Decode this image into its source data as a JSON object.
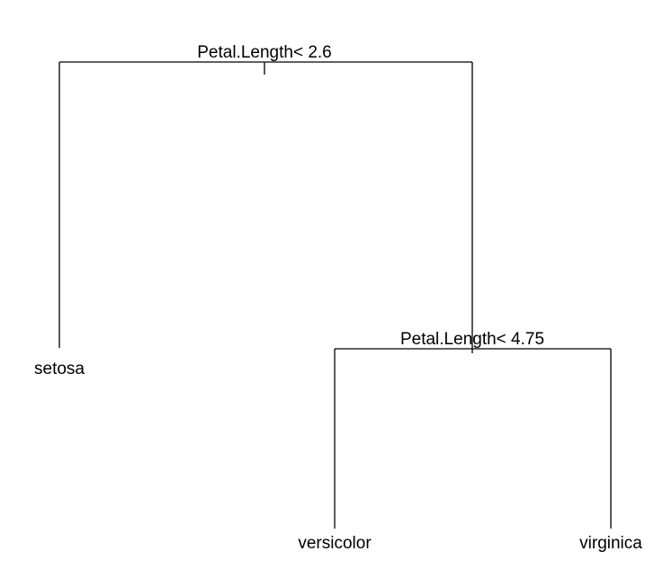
{
  "tree": {
    "root_split": "Petal.Length< 2.6",
    "inner_split": "Petal.Length< 4.75",
    "leaves": {
      "left": "setosa",
      "middle": "versicolor",
      "right": "virginica"
    }
  },
  "colors": {
    "lines": "#000000",
    "text": "#000000",
    "background": "#ffffff"
  }
}
